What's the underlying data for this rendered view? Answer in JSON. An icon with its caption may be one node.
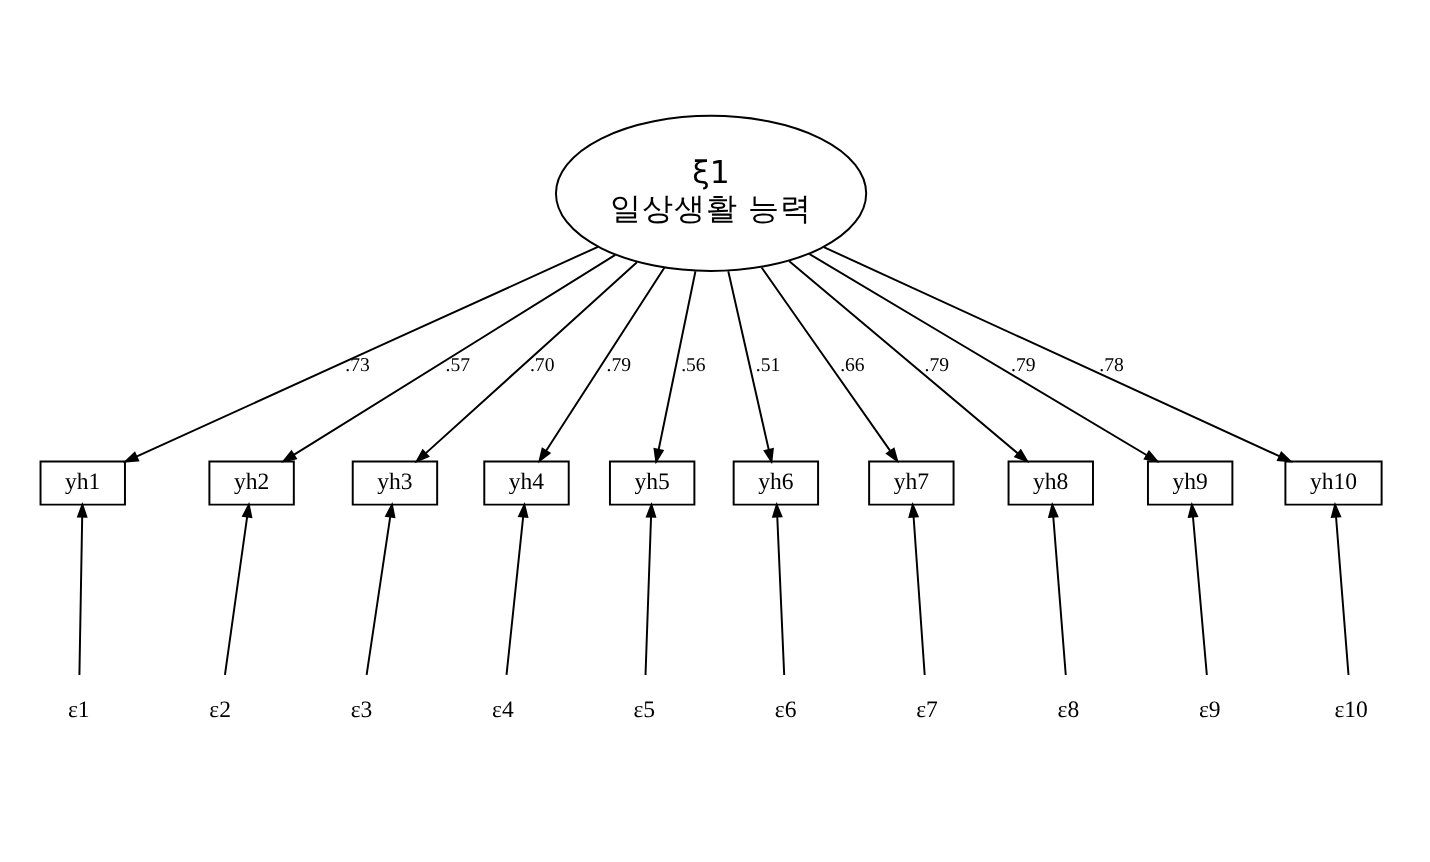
{
  "diagram": {
    "nodes": [
      {
        "text": [
          "ξ1",
          "일상생활 능력"
        ]
      },
      {
        "text": [
          "yh1"
        ]
      },
      {
        "text": [
          "yh2"
        ]
      },
      {
        "text": [
          "yh3"
        ]
      },
      {
        "text": [
          "yh4"
        ]
      },
      {
        "text": [
          "yh5"
        ]
      },
      {
        "text": [
          "yh6"
        ]
      },
      {
        "text": [
          "yh7"
        ]
      },
      {
        "text": [
          "yh8"
        ]
      },
      {
        "text": [
          "yh9"
        ]
      },
      {
        "text": [
          "yh10"
        ]
      },
      {
        "text": [
          "ε1"
        ]
      },
      {
        "text": [
          "ε2"
        ]
      },
      {
        "text": [
          "ε3"
        ]
      },
      {
        "text": [
          "ε4"
        ]
      },
      {
        "text": [
          "ε5"
        ]
      },
      {
        "text": [
          "ε6"
        ]
      },
      {
        "text": [
          "ε7"
        ]
      },
      {
        "text": [
          "ε8"
        ]
      },
      {
        "text": [
          "ε9"
        ]
      },
      {
        "text": [
          "ε10"
        ]
      }
    ],
    "edges": [
      {
        "from": 0,
        "to": 1,
        "arrow": "to",
        "label": ".73"
      },
      {
        "from": 0,
        "to": 2,
        "arrow": "to",
        "label": ".57"
      },
      {
        "from": 0,
        "to": 3,
        "arrow": "to",
        "label": ".70"
      },
      {
        "from": 0,
        "to": 4,
        "arrow": "to",
        "label": ".79"
      },
      {
        "from": 0,
        "to": 5,
        "arrow": "to",
        "label": ".56"
      },
      {
        "from": 0,
        "to": 6,
        "arrow": "to",
        "label": ".51"
      },
      {
        "from": 0,
        "to": 7,
        "arrow": "to",
        "label": ".66"
      },
      {
        "from": 0,
        "to": 8,
        "arrow": "to",
        "label": ".79"
      },
      {
        "from": 0,
        "to": 9,
        "arrow": "to",
        "label": ".79"
      },
      {
        "from": 0,
        "to": 10,
        "arrow": "to",
        "label": ".78"
      },
      {
        "from": 11,
        "to": 1,
        "arrow": "to"
      },
      {
        "from": 12,
        "to": 2,
        "arrow": "to"
      },
      {
        "from": 13,
        "to": 3,
        "arrow": "to"
      },
      {
        "from": 14,
        "to": 4,
        "arrow": "to"
      },
      {
        "from": 15,
        "to": 5,
        "arrow": "to"
      },
      {
        "from": 16,
        "to": 6,
        "arrow": "to"
      },
      {
        "from": 17,
        "to": 7,
        "arrow": "to"
      },
      {
        "from": 18,
        "to": 8,
        "arrow": "to"
      },
      {
        "from": 19,
        "to": 9,
        "arrow": "to"
      },
      {
        "from": 20,
        "to": 10,
        "arrow": "to"
      }
    ]
  }
}
